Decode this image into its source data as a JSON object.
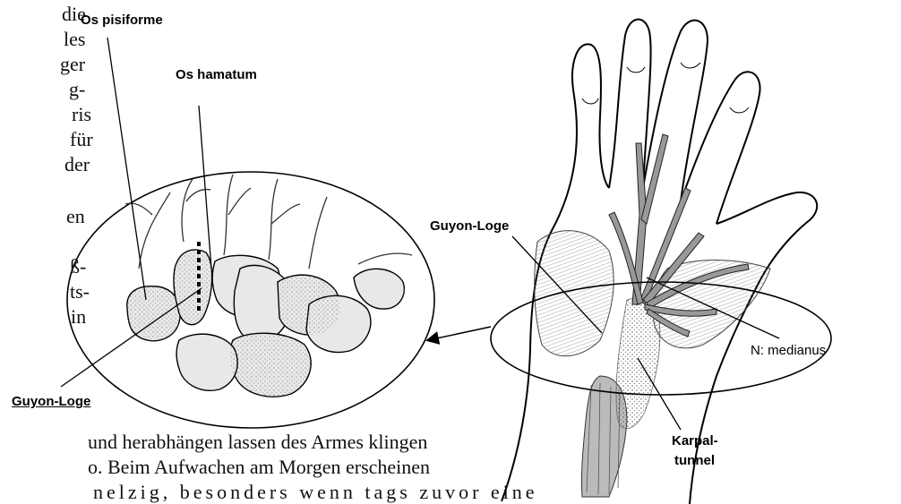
{
  "text_fragments_right": [
    "die",
    "les",
    "ger",
    "g-",
    "ris",
    "für",
    "der",
    "en",
    "ß-",
    "ts-",
    "in"
  ],
  "text_fragments_bottom": [
    "und herabhängen lassen des Armes klingen",
    "o. Beim Aufwachen am Morgen erscheinen",
    "nelzig, besonders wenn tags zuvor eine"
  ],
  "labels": {
    "os_pisiforme": "Os pisiforme",
    "os_hamatum": "Os hamatum",
    "guyon_loge_left": "Guyon-Loge",
    "guyon_loge_right": "Guyon-Loge",
    "n_medianus": "N: medianus",
    "karpaltunnel_line1": "Karpal-",
    "karpaltunnel_line2": "tunnel"
  }
}
